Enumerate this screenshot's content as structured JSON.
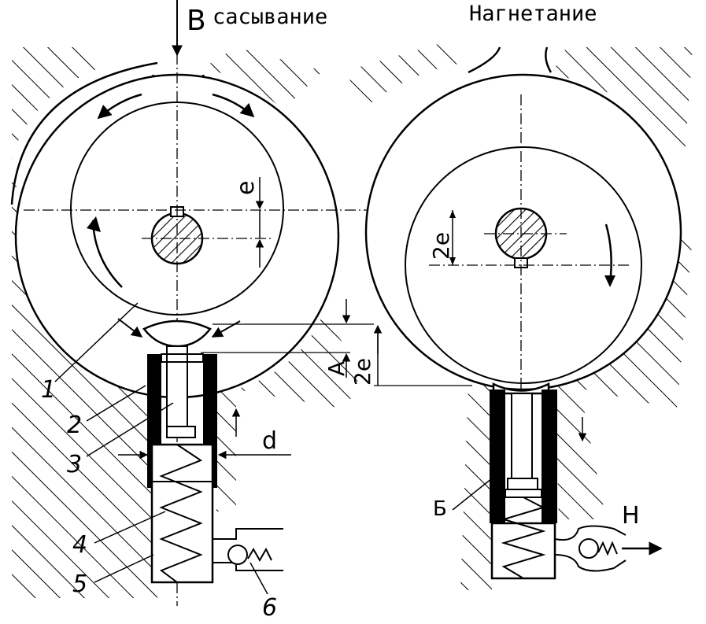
{
  "labels": {
    "inlet_letter": "B",
    "inlet": "сасывание",
    "outlet": "Нагнетание",
    "ecc_e": "e",
    "ecc_2e_right": "2e",
    "ecc_2e_left": "2e",
    "dim_a": "A",
    "dim_d": "d",
    "outlet_port": "H",
    "part_b": "Б",
    "part_1": "1",
    "part_2": "2",
    "part_3": "3",
    "part_4": "4",
    "part_5": "5",
    "part_6": "6"
  }
}
